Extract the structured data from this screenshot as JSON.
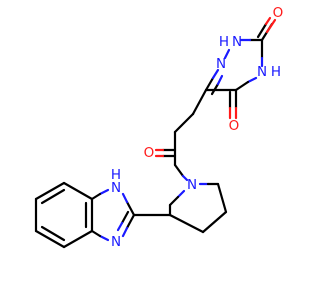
{
  "molecule": {
    "colors": {
      "carbon_bond": "#000000",
      "nitrogen": "#1a1aff",
      "oxygen": "#ff1a1a",
      "background": "#ffffff"
    },
    "atoms": {
      "n_triazine_h": "N",
      "h_triazine_nh": "H",
      "n_triazine_imine": "N",
      "o_triazine_top": "O",
      "n_triazine_mid": "N",
      "h_triazine_mid": "H",
      "o_triazine_bottom": "O",
      "o_amide": "O",
      "n_pyrrolidine": "N",
      "n_imidazole_h": "N",
      "h_imidazole": "H",
      "n_imidazole": "N"
    }
  }
}
